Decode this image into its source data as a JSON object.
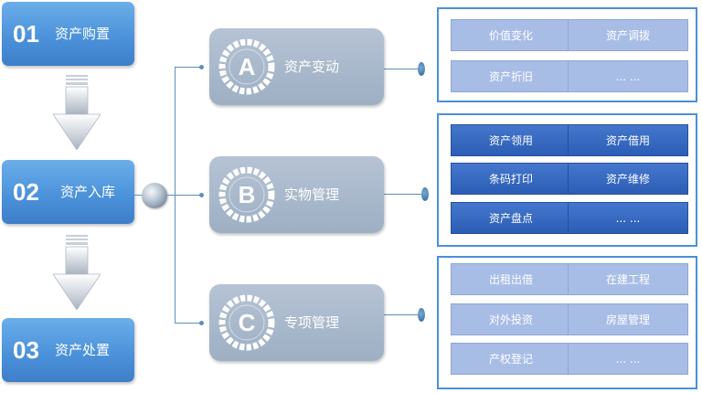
{
  "stages": [
    {
      "num": "01",
      "label": "资产购置"
    },
    {
      "num": "02",
      "label": "资产入库"
    },
    {
      "num": "03",
      "label": "资产处置"
    }
  ],
  "categories": [
    {
      "letter": "A",
      "label": "资产变动"
    },
    {
      "letter": "B",
      "label": "实物管理"
    },
    {
      "letter": "C",
      "label": "专项管理"
    }
  ],
  "panels": [
    {
      "style": "light",
      "items": [
        "价值变化",
        "资产调拨",
        "资产折旧",
        "... ..."
      ]
    },
    {
      "style": "dark",
      "items": [
        "资产领用",
        "资产借用",
        "条码打印",
        "资产维修",
        "资产盘点",
        "... ..."
      ]
    },
    {
      "style": "light",
      "items": [
        "出租出借",
        "在建工程",
        "对外投资",
        "房屋管理",
        "产权登记",
        "... ..."
      ]
    }
  ],
  "colors": {
    "stage_blue": "#4a90d9",
    "category_gray": "#a8b8cc",
    "panel_border": "#4a90d9",
    "cell_light": "#a8bde6",
    "cell_dark": "#2c5db6"
  }
}
